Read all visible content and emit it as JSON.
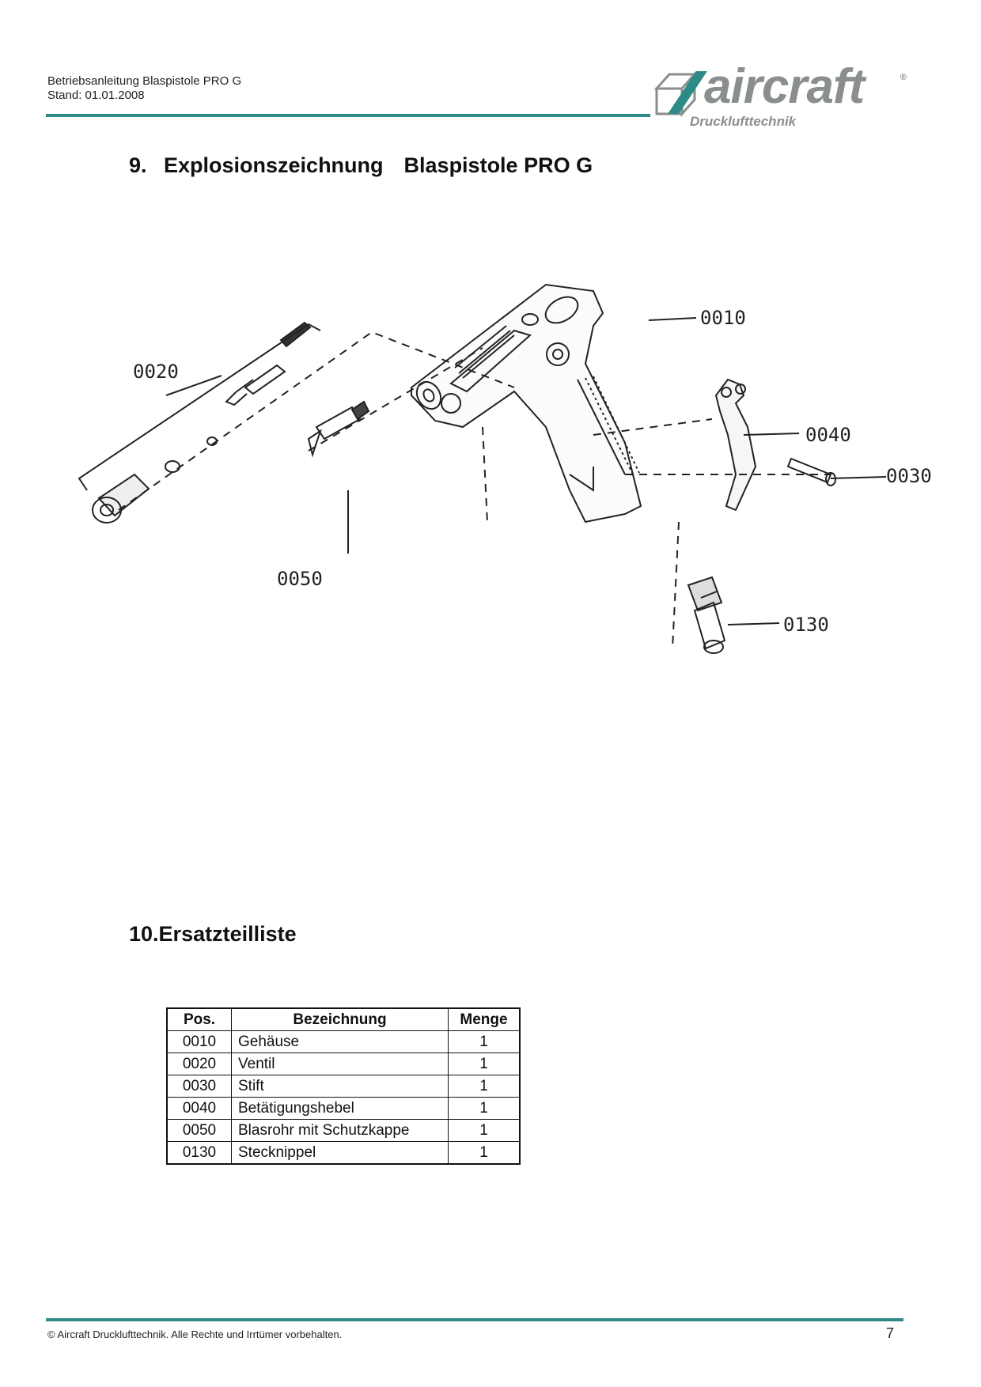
{
  "header": {
    "title": "Betriebsanleitung Blaspistole PRO G",
    "date": "Stand: 01.01.2008"
  },
  "logo": {
    "word": "aircraft",
    "registered": "®",
    "subtitle": "Drucklufttechnik",
    "color": "#8a8e8e"
  },
  "section9": {
    "number": "9.",
    "title": "Explosionszeichnung",
    "subtitle": "Blaspistole PRO G"
  },
  "drawing": {
    "labels": {
      "p0010": "0010",
      "p0020": "0020",
      "p0030": "0030",
      "p0040": "0040",
      "p0050": "0050",
      "p0130": "0130"
    }
  },
  "section10": {
    "number": "10.",
    "title": "Ersatzteilliste"
  },
  "parts_table": {
    "headers": {
      "pos": "Pos.",
      "bezeichnung": "Bezeichnung",
      "menge": "Menge"
    },
    "rows": [
      {
        "pos": "0010",
        "bezeichnung": "Gehäuse",
        "menge": "1"
      },
      {
        "pos": "0020",
        "bezeichnung": "Ventil",
        "menge": "1"
      },
      {
        "pos": "0030",
        "bezeichnung": "Stift",
        "menge": "1"
      },
      {
        "pos": "0040",
        "bezeichnung": "Betätigungshebel",
        "menge": "1"
      },
      {
        "pos": "0050",
        "bezeichnung": "Blasrohr mit Schutzkappe",
        "menge": "1"
      },
      {
        "pos": "0130",
        "bezeichnung": "Stecknippel",
        "menge": "1"
      }
    ]
  },
  "footer": {
    "copyright": "© Aircraft Drucklufttechnik. Alle Rechte und Irrtümer vorbehalten.",
    "page": "7"
  },
  "colors": {
    "accent": "#2e8a87"
  }
}
